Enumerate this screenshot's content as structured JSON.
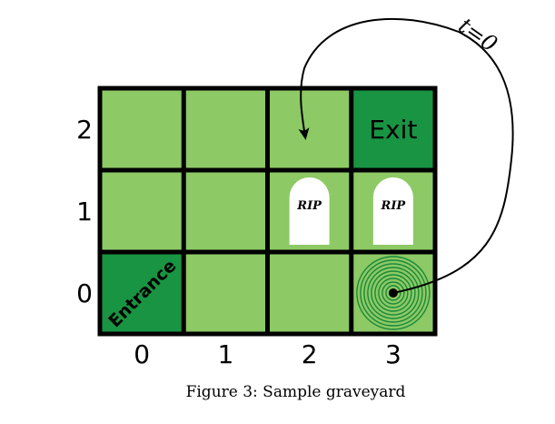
{
  "grid": {
    "columns": 4,
    "rows": 3,
    "x_tick_labels": [
      "0",
      "1",
      "2",
      "3"
    ],
    "y_tick_labels": [
      "0",
      "1",
      "2"
    ]
  },
  "cells": {
    "entrance": {
      "label": "Entrance",
      "col": 0,
      "row": 0
    },
    "exit": {
      "label": "Exit",
      "col": 3,
      "row": 2
    },
    "tombstones": [
      {
        "label": "RIP",
        "col": 2,
        "row": 1
      },
      {
        "label": "RIP",
        "col": 3,
        "row": 1
      }
    ],
    "vortex": {
      "col": 3,
      "row": 0
    }
  },
  "transition_arrow": {
    "label": "t=0",
    "from_cell": [
      3,
      0
    ],
    "to_cell": [
      2,
      2
    ]
  },
  "colors": {
    "cell_fill": "#8dc965",
    "special_fill": "#199442",
    "grid_line": "#000000",
    "tombstone": "#ffffff",
    "vortex": "#1a8a3a"
  },
  "caption": "Figure 3: Sample graveyard"
}
